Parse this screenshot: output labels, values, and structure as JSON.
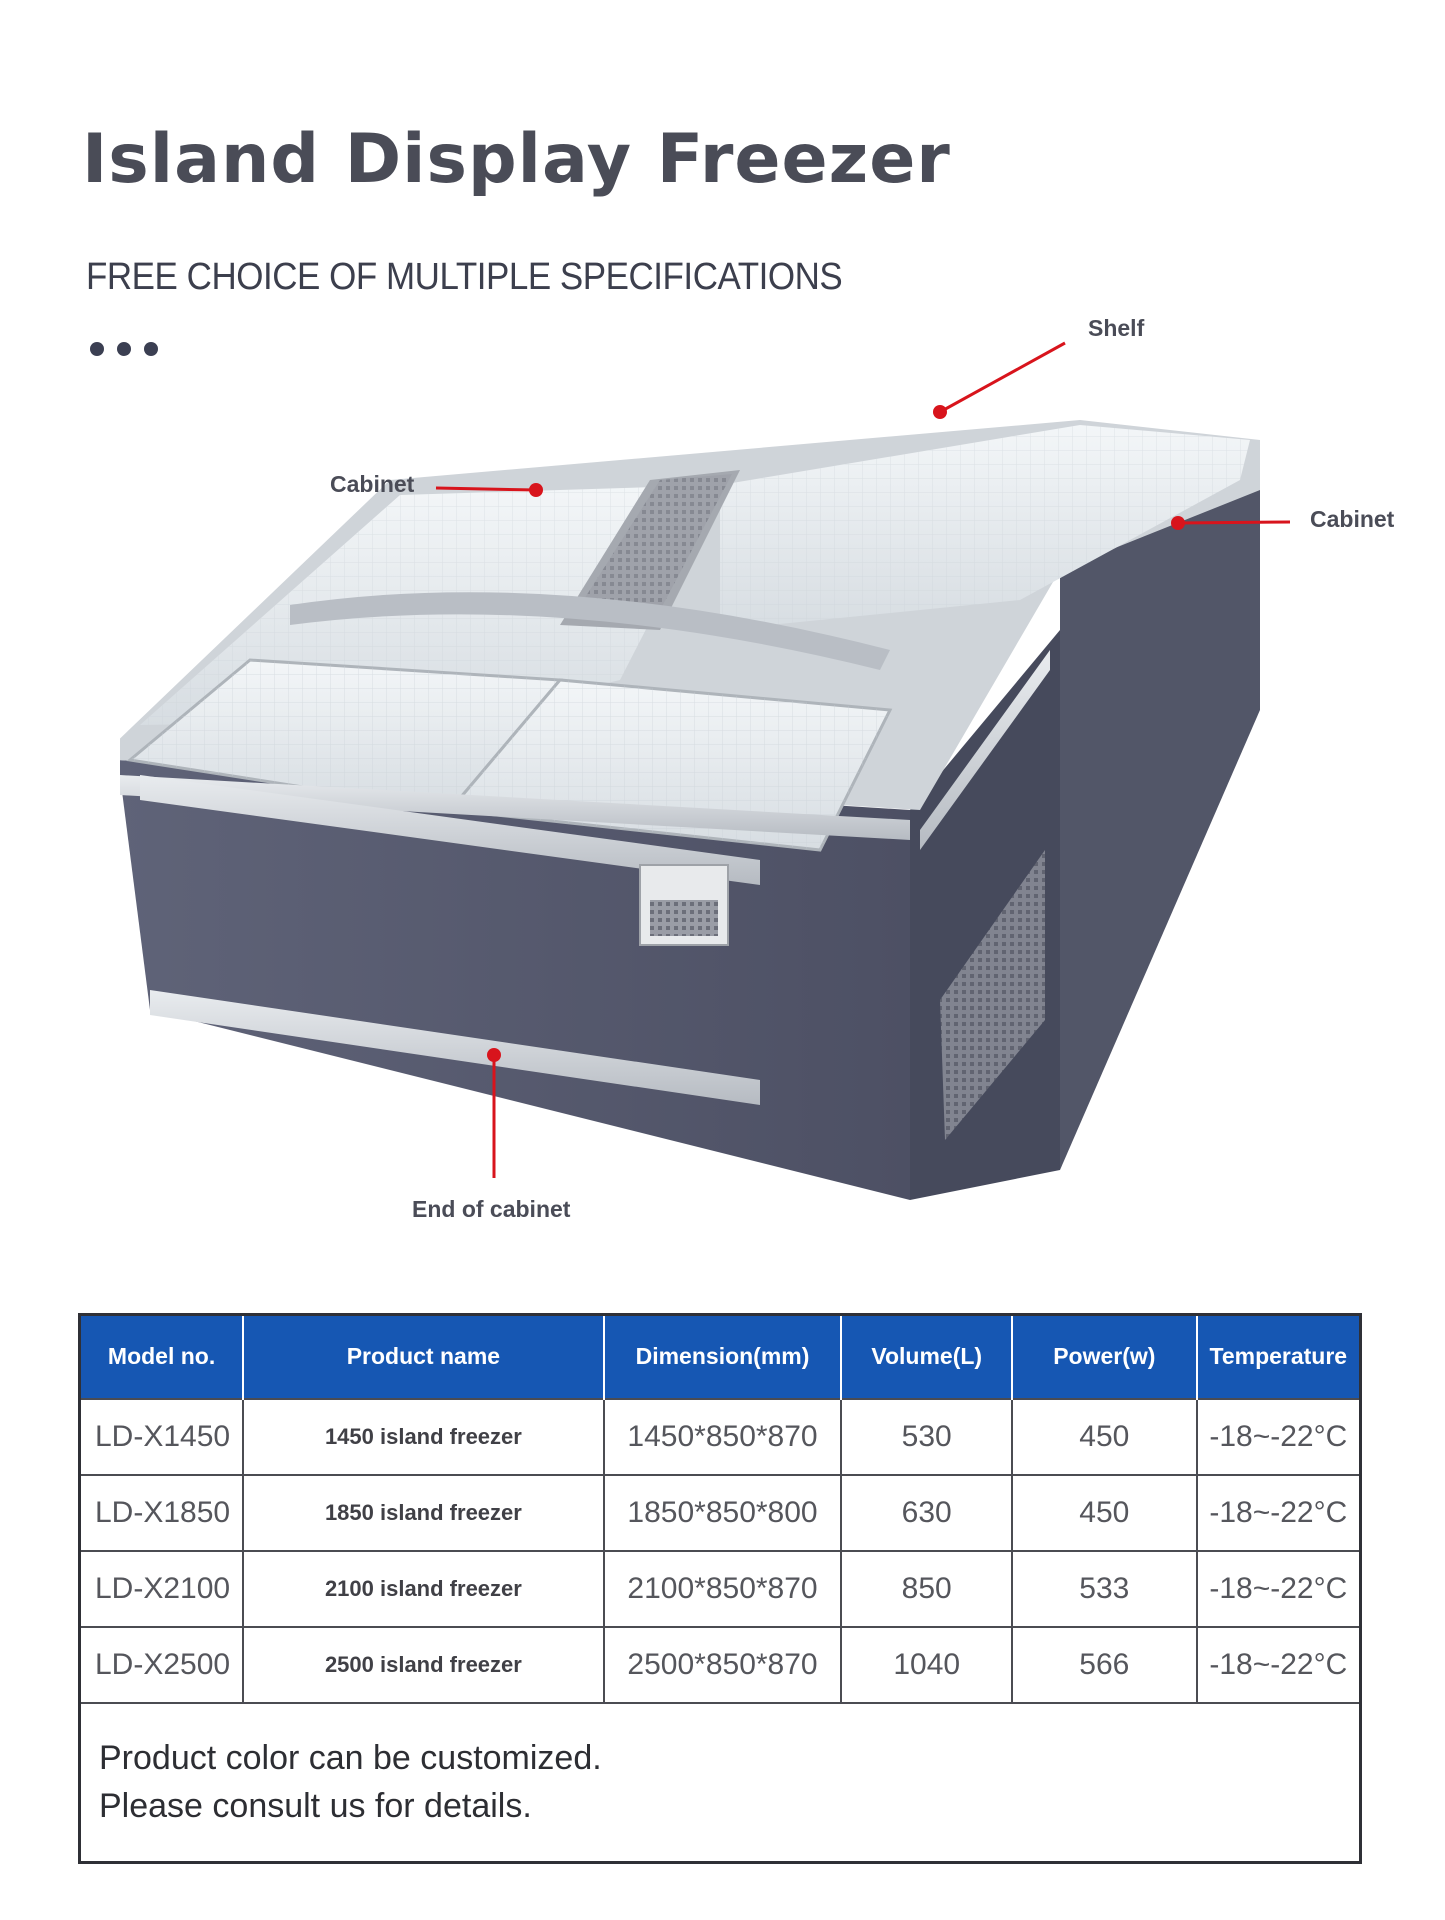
{
  "page": {
    "title": "Island Display Freezer",
    "subtitle": "FREE CHOICE OF MULTIPLE SPECIFICATIONS"
  },
  "callouts": {
    "shelf": "Shelf",
    "cabinet_left": "Cabinet",
    "cabinet_right": "Cabinet",
    "end_of_cabinet": "End of cabinet"
  },
  "colors": {
    "header_blue": "#1657b3",
    "callout_red": "#d8141c",
    "cabinet_gray": "#5a5e72",
    "title_gray": "#4a4c57"
  },
  "table": {
    "headers": [
      "Model no.",
      "Product name",
      "Dimension(mm)",
      "Volume(L)",
      "Power(w)",
      "Temperature"
    ],
    "rows": [
      [
        "LD-X1450",
        "1450 island freezer",
        "1450*850*870",
        "530",
        "450",
        "-18~-22°C"
      ],
      [
        "LD-X1850",
        "1850 island freezer",
        "1850*850*800",
        "630",
        "450",
        "-18~-22°C"
      ],
      [
        "LD-X2100",
        "2100 island freezer",
        "2100*850*870",
        "850",
        "533",
        "-18~-22°C"
      ],
      [
        "LD-X2500",
        "2500 island freezer",
        "2500*850*870",
        "1040",
        "566",
        "-18~-22°C"
      ]
    ],
    "note_line1": "Product color can be customized.",
    "note_line2": "Please consult us for details."
  }
}
